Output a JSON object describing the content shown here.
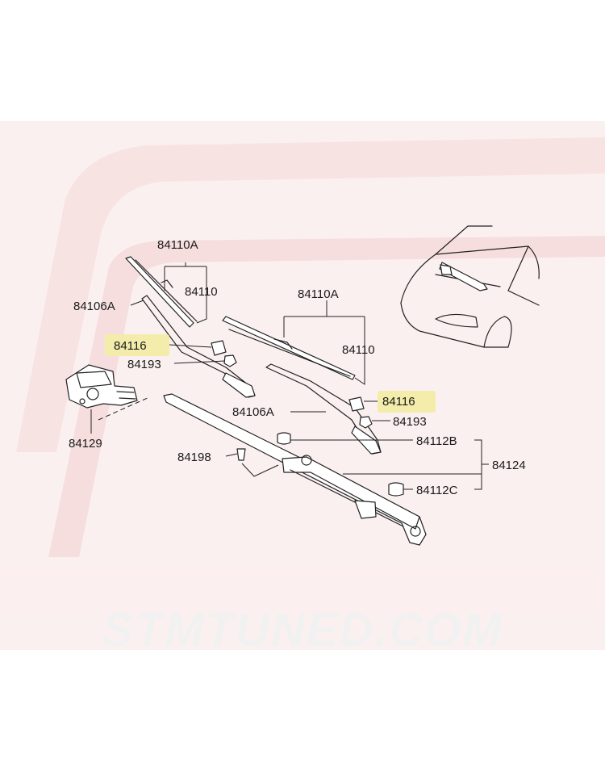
{
  "watermark": "STMTUNED.COM",
  "callouts": {
    "left_blade": "84110A",
    "left_blade_refill": "84110",
    "left_arm": "84106A",
    "left_cap_highlighted": "84116",
    "left_nut": "84193",
    "motor": "84129",
    "right_blade": "84110A",
    "right_blade_refill": "84110",
    "right_cap_highlighted": "84116",
    "right_arm": "84106A",
    "right_nut": "84193",
    "pivot_bushing_upper": "84112B",
    "linkage_assembly": "84124",
    "clip": "84198",
    "pivot_bushing_lower": "84112C"
  },
  "colors": {
    "highlight": "#f3ecab",
    "background_band": "#fbeeee",
    "line": "#222222"
  }
}
